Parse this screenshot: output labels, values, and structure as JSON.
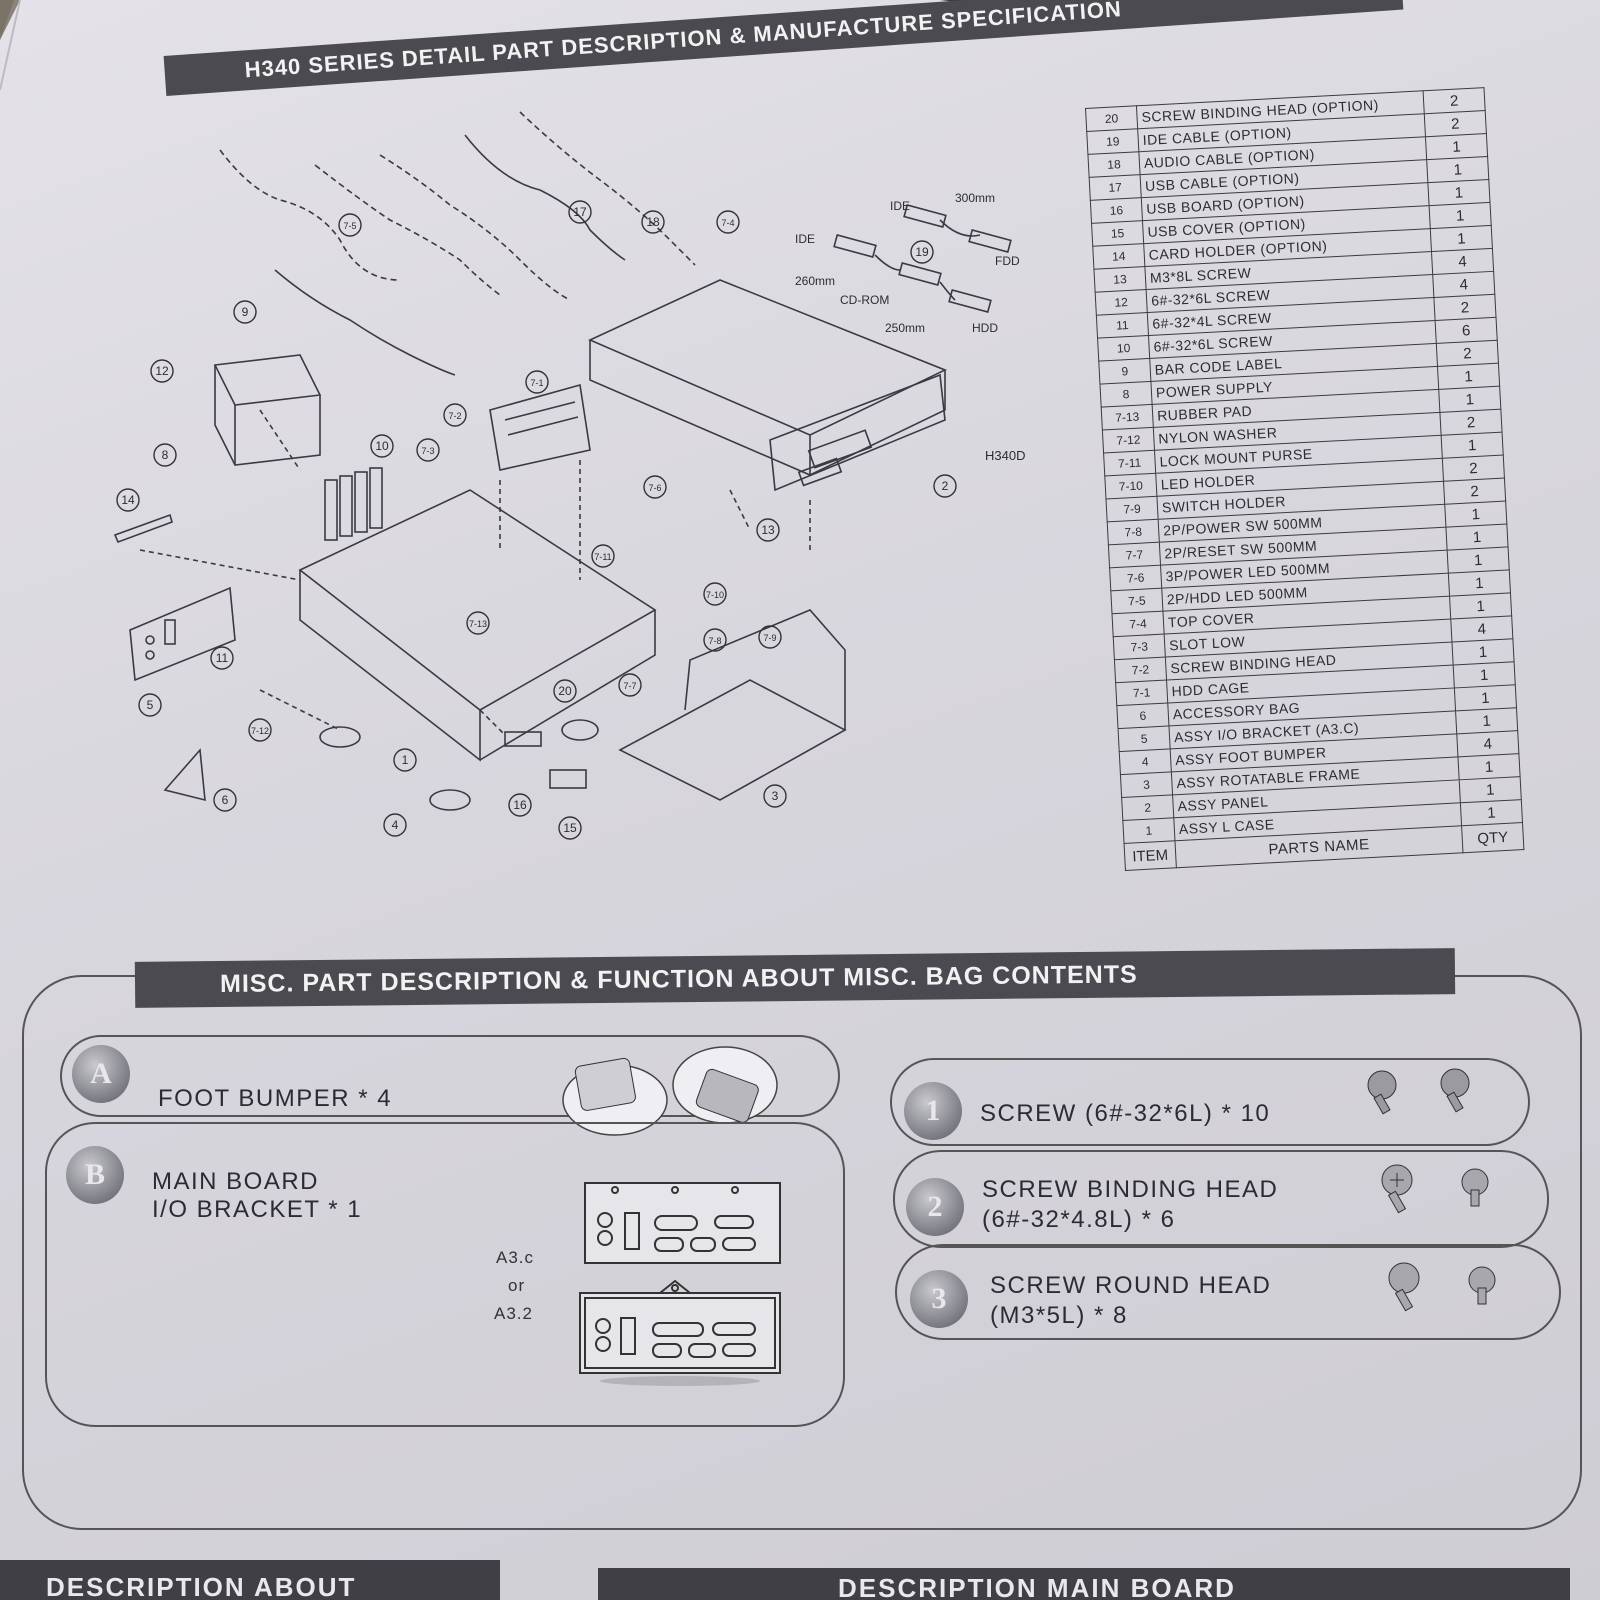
{
  "header": {
    "title": "H340 SERIES  DETAIL  PART  DESCRIPTION & MANUFACTURE SPECIFICATION"
  },
  "diagram": {
    "callouts": [
      "1",
      "2",
      "3",
      "4",
      "5",
      "6",
      "7-1",
      "7-2",
      "7-3",
      "7-4",
      "7-5",
      "7-6",
      "7-7",
      "7-8",
      "7-9",
      "7-10",
      "7-11",
      "7-12",
      "7-13",
      "8",
      "9",
      "10",
      "11",
      "12",
      "13",
      "14",
      "15",
      "16",
      "17",
      "18",
      "19",
      "20"
    ],
    "labels": {
      "ide_top": "IDE",
      "len_300": "300mm",
      "fdd": "FDD",
      "ide_left": "IDE",
      "len_260": "260mm",
      "cdrom": "CD-ROM",
      "len_250": "250mm",
      "hdd": "HDD",
      "model": "H340D"
    }
  },
  "parts_table": {
    "headers": {
      "item": "ITEM",
      "name": "PARTS NAME",
      "qty": "QTY"
    },
    "rows": [
      {
        "item": "20",
        "name": "SCREW BINDING HEAD (OPTION)",
        "qty": "2"
      },
      {
        "item": "19",
        "name": "IDE CABLE (OPTION)",
        "qty": "2"
      },
      {
        "item": "18",
        "name": "AUDIO CABLE (OPTION)",
        "qty": "1"
      },
      {
        "item": "17",
        "name": "USB CABLE (OPTION)",
        "qty": "1"
      },
      {
        "item": "16",
        "name": "USB BOARD (OPTION)",
        "qty": "1"
      },
      {
        "item": "15",
        "name": "USB COVER (OPTION)",
        "qty": "1"
      },
      {
        "item": "14",
        "name": "CARD HOLDER (OPTION)",
        "qty": "1"
      },
      {
        "item": "13",
        "name": "M3*8L SCREW",
        "qty": "4"
      },
      {
        "item": "12",
        "name": "6#-32*6L SCREW",
        "qty": "4"
      },
      {
        "item": "11",
        "name": "6#-32*4L SCREW",
        "qty": "2"
      },
      {
        "item": "10",
        "name": "6#-32*6L SCREW",
        "qty": "6"
      },
      {
        "item": "9",
        "name": "BAR CODE LABEL",
        "qty": "2"
      },
      {
        "item": "8",
        "name": "POWER SUPPLY",
        "qty": "1"
      },
      {
        "item": "7-13",
        "name": "RUBBER PAD",
        "qty": "1"
      },
      {
        "item": "7-12",
        "name": "NYLON WASHER",
        "qty": "2"
      },
      {
        "item": "7-11",
        "name": "LOCK MOUNT PURSE",
        "qty": "1"
      },
      {
        "item": "7-10",
        "name": "LED HOLDER",
        "qty": "2"
      },
      {
        "item": "7-9",
        "name": "SWITCH HOLDER",
        "qty": "2"
      },
      {
        "item": "7-8",
        "name": "2P/POWER SW 500mm",
        "qty": "1"
      },
      {
        "item": "7-7",
        "name": "2P/RESET SW 500mm",
        "qty": "1"
      },
      {
        "item": "7-6",
        "name": "3P/POWER LED 500mm",
        "qty": "1"
      },
      {
        "item": "7-5",
        "name": "2P/HDD LED 500mm",
        "qty": "1"
      },
      {
        "item": "7-4",
        "name": "TOP COVER",
        "qty": "1"
      },
      {
        "item": "7-3",
        "name": "SLOT LOW",
        "qty": "4"
      },
      {
        "item": "7-2",
        "name": "SCREW BINDING HEAD",
        "qty": "1"
      },
      {
        "item": "7-1",
        "name": "HDD CAGE",
        "qty": "1"
      },
      {
        "item": "6",
        "name": "ACCESSORY BAG",
        "qty": "1"
      },
      {
        "item": "5",
        "name": "ASSY I/O BRACKET (A3.C)",
        "qty": "1"
      },
      {
        "item": "4",
        "name": "ASSY FOOT BUMPER",
        "qty": "4"
      },
      {
        "item": "3",
        "name": "ASSY ROTATABLE FRAME",
        "qty": "1"
      },
      {
        "item": "2",
        "name": "ASSY PANEL",
        "qty": "1"
      },
      {
        "item": "1",
        "name": "ASSY L CASE",
        "qty": "1"
      }
    ]
  },
  "misc": {
    "title": "MISC.  PART  DESCRIPTION  & FUNCTION ABOUT  MISC.  BAG  CONTENTS",
    "items": [
      {
        "badge": "A",
        "text": "FOOT  BUMPER * 4"
      },
      {
        "badge": "B",
        "line1": "MAIN BOARD",
        "line2": "I/O BRACKET * 1",
        "opt1": "A3.c",
        "or": "or",
        "opt2": "A3.2"
      },
      {
        "badge": "1",
        "text": "SCREW (6#-32*6L) * 10"
      },
      {
        "badge": "2",
        "line1": "SCREW BINDING HEAD",
        "line2": "(6#-32*4.8L) * 6"
      },
      {
        "badge": "3",
        "line1": "SCREW ROUND HEAD",
        "line2": "(M3*5L) * 8"
      }
    ]
  },
  "bottom": {
    "left": "DESCRIPTION  ABOUT",
    "right": "DESCRIPTION  MAIN  BOARD"
  },
  "colors": {
    "banner": "#4a4a50",
    "paper": "#dddbe1",
    "ink": "#2c2c33"
  }
}
